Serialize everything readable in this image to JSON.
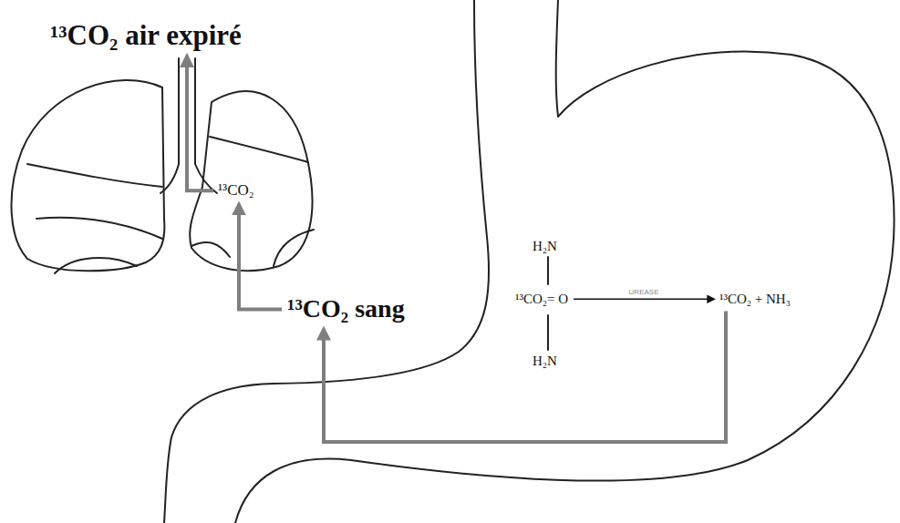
{
  "diagram": {
    "nodes": [
      {
        "text": [
          "¹³CO₂ air expiré"
        ]
      },
      {
        "text": [
          "¹³CO₂"
        ]
      },
      {
        "text": [
          "¹³CO₂ sang"
        ]
      },
      {
        "text": [
          "¹³CO₂ + NH₃"
        ]
      },
      {
        "text": [
          "¹³CO₂= O"
        ]
      }
    ],
    "edges": [
      {
        "from": 4,
        "to": 3,
        "label": "UREASE",
        "arrow": "to"
      },
      {
        "from": 3,
        "to": 2,
        "arrow": "to"
      },
      {
        "from": 2,
        "to": 1,
        "arrow": "to"
      },
      {
        "from": 1,
        "to": 0,
        "arrow": "to"
      }
    ],
    "labels": [
      "H₂N",
      "H₂N"
    ]
  }
}
